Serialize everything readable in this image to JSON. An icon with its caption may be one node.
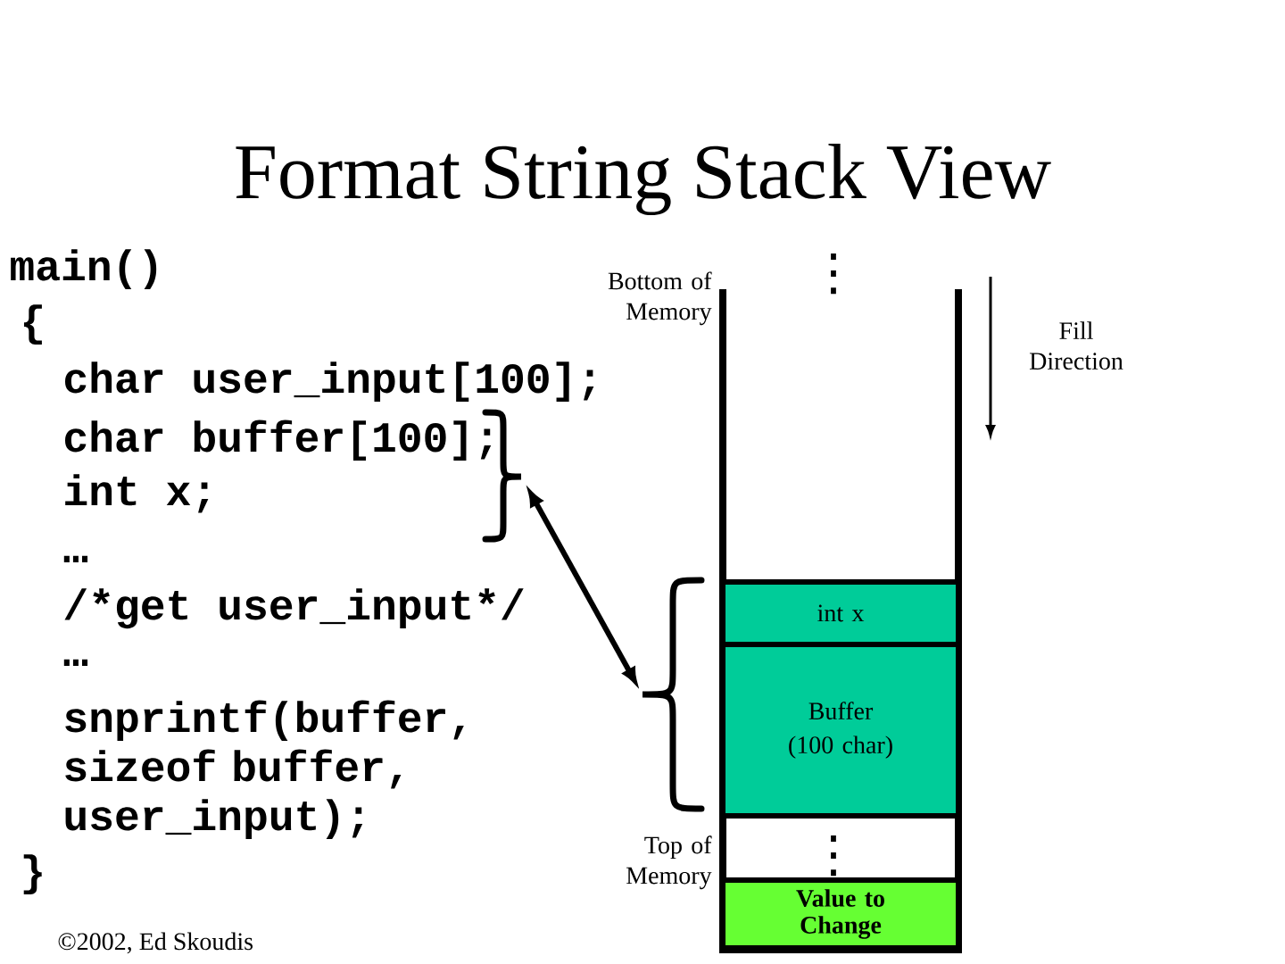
{
  "diagram": {
    "title": "Format String Stack View",
    "nodes": [
      {
        "text": [],
        "shape": "brace"
      },
      {
        "text": [],
        "shape": "brace"
      },
      {
        "text": [
          "int x"
        ]
      },
      {
        "text": [
          "Buffer (100 char)"
        ]
      },
      {
        "text": [
          "Value to Change"
        ]
      }
    ],
    "edges": [
      {
        "from": 0,
        "to": 1,
        "arrow": "both"
      }
    ],
    "labels": [
      "main()",
      "{",
      "char user_input[100];",
      "char buffer[100];",
      "int x;",
      "…",
      "/*get user_input*/",
      "…",
      "snprintf(buffer, sizeof buffer, user_input);",
      "}",
      "©2002, Ed Skoudis",
      "Bottom of Memory",
      "⋮",
      "Fill Direction",
      "Top of Memory",
      "⋮"
    ]
  }
}
